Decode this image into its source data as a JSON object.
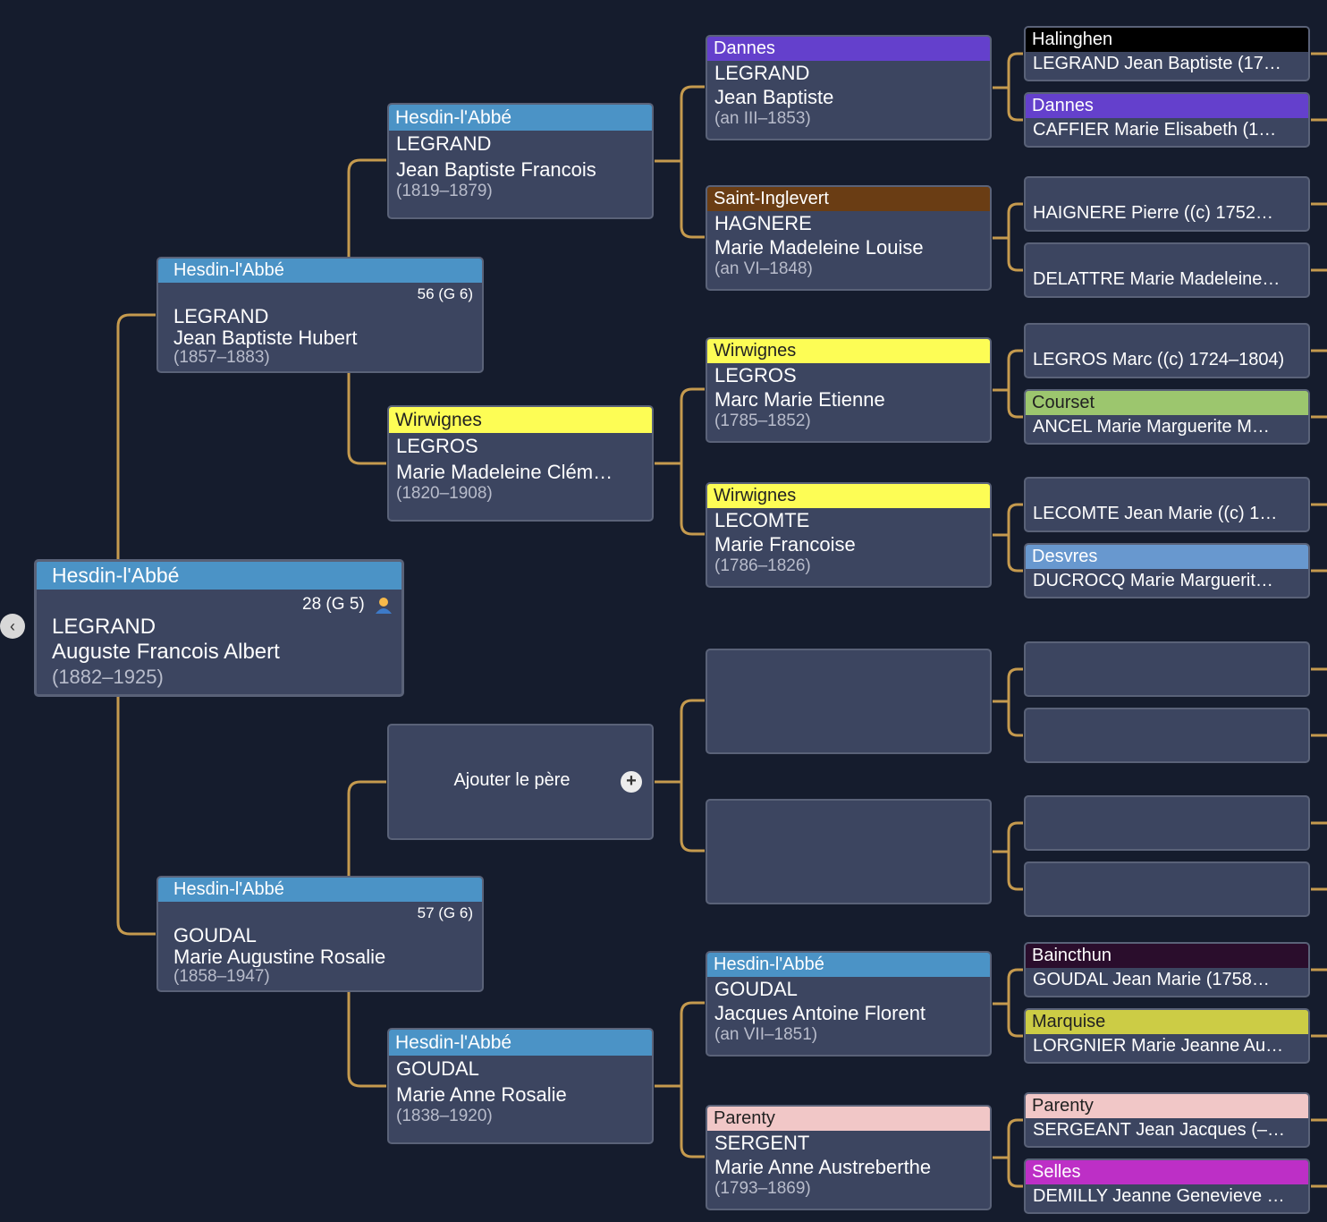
{
  "colors": {
    "background": "#151c2d",
    "card": "#3c4560",
    "connector": "#c59a4e",
    "place_hesdin": "#4b93c6",
    "place_wirwignes": "#fdfd55",
    "place_dannes": "#6440cc",
    "place_saint_inglevert": "#6a3d14",
    "place_halinghen": "#000000",
    "place_courset": "#9cc66e",
    "place_desvres": "#6898cf",
    "place_baincthun": "#2a0d2c",
    "place_marquise": "#cccc45",
    "place_parenty": "#f1c7c7",
    "place_selles": "#bd2fc6"
  },
  "navigation": {
    "back_icon": "chevron-left-icon",
    "back_glyph": "‹"
  },
  "root": {
    "place": "Hesdin-l'Abbé",
    "sosa": "28 (G 5)",
    "surname": "LEGRAND",
    "given": "Auguste Francois Albert",
    "dates": "(1882–1925)"
  },
  "parents": {
    "father": {
      "place": "Hesdin-l'Abbé",
      "sosa": "56 (G 6)",
      "surname": "LEGRAND",
      "given": "Jean Baptiste Hubert",
      "dates": "(1857–1883)"
    },
    "mother": {
      "place": "Hesdin-l'Abbé",
      "sosa": "57 (G 6)",
      "surname": "GOUDAL",
      "given": "Marie Augustine Rosalie",
      "dates": "(1858–1947)"
    }
  },
  "grandparents": {
    "ff": {
      "place": "Hesdin-l'Abbé",
      "surname": "LEGRAND",
      "given": "Jean Baptiste Francois",
      "dates": "(1819–1879)"
    },
    "fm": {
      "place": "Wirwignes",
      "surname": "LEGROS",
      "given": "Marie Madeleine Clém…",
      "dates": "(1820–1908)"
    },
    "mf": {
      "add_label": "Ajouter le père",
      "add_glyph": "+"
    },
    "mm": {
      "place": "Hesdin-l'Abbé",
      "surname": "GOUDAL",
      "given": "Marie Anne Rosalie",
      "dates": "(1838–1920)"
    }
  },
  "great_grandparents": {
    "g1": {
      "place": "Dannes",
      "surname": "LEGRAND",
      "given": "Jean Baptiste",
      "dates": "(an III–1853)"
    },
    "g2": {
      "place": "Saint-Inglevert",
      "surname": "HAGNERE",
      "given": "Marie Madeleine Louise",
      "dates": "(an VI–1848)"
    },
    "g3": {
      "place": "Wirwignes",
      "surname": "LEGROS",
      "given": "Marc Marie Etienne",
      "dates": "(1785–1852)"
    },
    "g4": {
      "place": "Wirwignes",
      "surname": "LECOMTE",
      "given": "Marie Francoise",
      "dates": "(1786–1826)"
    },
    "g7": {
      "place": "Hesdin-l'Abbé",
      "surname": "GOUDAL",
      "given": "Jacques Antoine Florent",
      "dates": "(an VII–1851)"
    },
    "g8": {
      "place": "Parenty",
      "surname": "SERGENT",
      "given": "Marie Anne Austreberthe",
      "dates": "(1793–1869)"
    }
  },
  "gen4": {
    "h1": {
      "place": "Halinghen",
      "name": "LEGRAND Jean Baptiste (17…"
    },
    "h2": {
      "place": "Dannes",
      "name": "CAFFIER Marie Elisabeth (1…"
    },
    "h3": {
      "place": "",
      "name": "HAIGNERE Pierre ((c) 1752…"
    },
    "h4": {
      "place": "",
      "name": "DELATTRE Marie Madeleine…"
    },
    "h5": {
      "place": "",
      "name": "LEGROS Marc ((c) 1724–1804)"
    },
    "h6": {
      "place": "Courset",
      "name": "ANCEL Marie Marguerite M…"
    },
    "h7": {
      "place": "",
      "name": "LECOMTE Jean Marie ((c) 1…"
    },
    "h8": {
      "place": "Desvres",
      "name": "DUCROCQ Marie Marguerit…"
    },
    "h13": {
      "place": "Baincthun",
      "name": "GOUDAL Jean Marie (1758…"
    },
    "h14": {
      "place": "Marquise",
      "name": "LORGNIER Marie Jeanne Au…"
    },
    "h15": {
      "place": "Parenty",
      "name": "SERGEANT Jean Jacques (–…"
    },
    "h16": {
      "place": "Selles",
      "name": "DEMILLY Jeanne Genevieve …"
    }
  }
}
